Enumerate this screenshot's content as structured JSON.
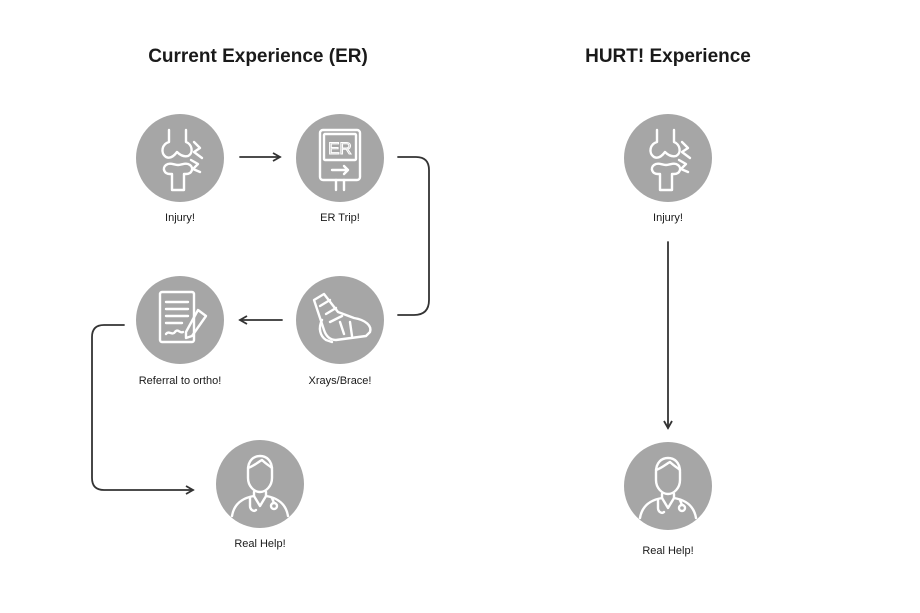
{
  "titles": {
    "current": "Current Experience (ER)",
    "hurt": "HURT! Experience"
  },
  "current": {
    "nodes": [
      {
        "label": "Injury!",
        "icon": "joint-injury-icon"
      },
      {
        "label": "ER Trip!",
        "icon": "er-sign-icon",
        "sign_text": "ER"
      },
      {
        "label": "Xrays/Brace!",
        "icon": "foot-brace-icon"
      },
      {
        "label": "Referral to ortho!",
        "icon": "referral-document-icon"
      },
      {
        "label": "Real Help!",
        "icon": "doctor-icon"
      }
    ]
  },
  "hurt": {
    "nodes": [
      {
        "label": "Injury!",
        "icon": "joint-injury-icon"
      },
      {
        "label": "Real Help!",
        "icon": "doctor-icon"
      }
    ]
  },
  "colors": {
    "circle": "#a6a6a6",
    "icon_stroke": "#ffffff",
    "arrow": "#333333"
  }
}
